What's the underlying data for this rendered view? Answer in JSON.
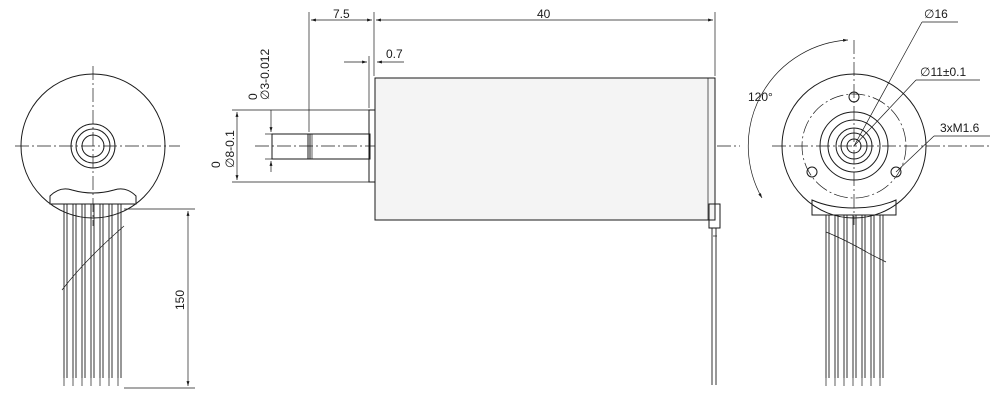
{
  "dimensions": {
    "shaft_length": "7.5",
    "motor_length": "40",
    "flange_offset": "0.7",
    "shaft_dia_upper": "0",
    "shaft_dia_lower": "∅3-0.012",
    "boss_dia_upper": "0",
    "boss_dia_lower": "∅8-0.1",
    "lead_length": "150",
    "outer_dia": "∅16",
    "bolt_circle": "∅11±0.1",
    "screws": "3xM1.6",
    "angle": "120°"
  }
}
